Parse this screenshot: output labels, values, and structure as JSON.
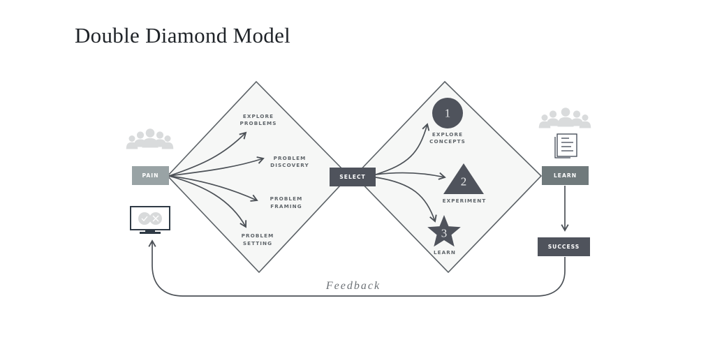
{
  "title": "Double Diamond Model",
  "colors": {
    "dark": "#4f535c",
    "muted": "#7c8486",
    "light_box": "#99a3a5",
    "line": "#4c5157",
    "diamond_fill": "#f6f7f6",
    "icon_grey": "#d9dbdc"
  },
  "nodes": {
    "pain": "PAIN",
    "select": "SELECT",
    "learn": "LEARN",
    "success": "SUCCESS"
  },
  "left_diamond": {
    "items": [
      {
        "line1": "EXPLORE",
        "line2": "PROBLEMS"
      },
      {
        "line1": "PROBLEM",
        "line2": "DISCOVERY"
      },
      {
        "line1": "PROBLEM",
        "line2": "FRAMING"
      },
      {
        "line1": "PROBLEM",
        "line2": "SETTING"
      }
    ]
  },
  "right_diamond": {
    "items": [
      {
        "number": "1",
        "shape": "circle",
        "line1": "EXPLORE",
        "line2": "CONCEPTS"
      },
      {
        "number": "2",
        "shape": "triangle",
        "line1": "EXPERIMENT",
        "line2": ""
      },
      {
        "number": "3",
        "shape": "star",
        "line1": "LEARN",
        "line2": ""
      }
    ]
  },
  "feedback_label": "Feedback",
  "icons": {
    "users_left": "users-group-icon",
    "monitor": "monitor-check-x-icon",
    "users_right": "users-group-icon",
    "document": "document-icon"
  }
}
